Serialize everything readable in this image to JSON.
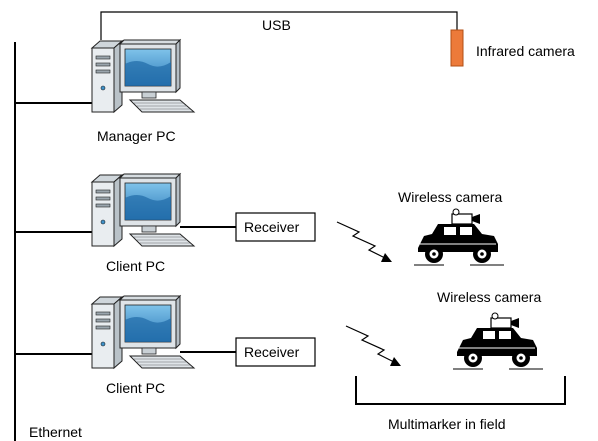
{
  "labels": {
    "usb": "USB",
    "infrared_camera": "Infrared camera",
    "manager_pc": "Manager PC",
    "client_pc_1": "Client PC",
    "client_pc_2": "Client PC",
    "receiver_1": "Receiver",
    "receiver_2": "Receiver",
    "wireless_camera_1": "Wireless camera",
    "wireless_camera_2": "Wireless camera",
    "multimarker": "Multimarker in field",
    "ethernet": "Ethernet"
  },
  "colors": {
    "line": "#000000",
    "infrared_camera_fill": "#ec7a3a",
    "monitor_screen": "#3f92c9",
    "pc_body": "#e8ecef"
  },
  "icons": [
    "desktop-pc-icon",
    "wireless-signal-icon",
    "camera-car-icon"
  ]
}
